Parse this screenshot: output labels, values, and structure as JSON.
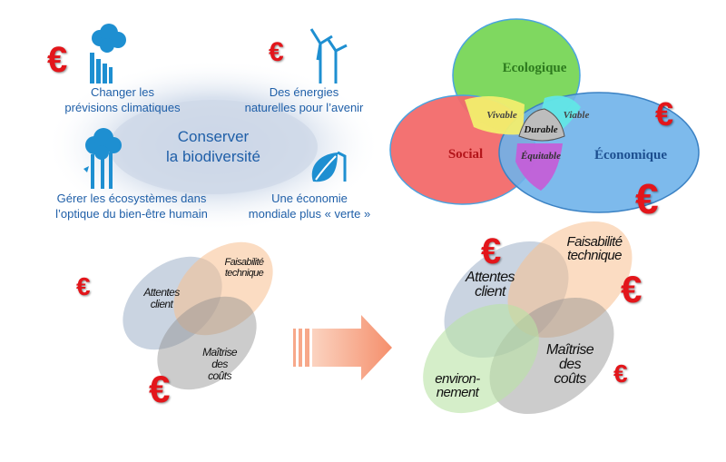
{
  "panel1": {
    "center_line1": "Conserver",
    "center_line2": "la biodiversité",
    "top_left_line1": "Changer les",
    "top_left_line2": "prévisions climatiques",
    "top_right_line1": "Des énergies",
    "top_right_line2": "naturelles pour l’avenir",
    "bottom_left_line1": "Gérer les écosystèmes dans",
    "bottom_left_line2": "l’optique du bien-être humain",
    "bottom_right_line1": "Une économie",
    "bottom_right_line2": "mondiale plus « verte »",
    "colors": {
      "text": "#1f5fa8",
      "icon": "#1e8fd1"
    }
  },
  "panel2": {
    "ecologique": "Ecologique",
    "social": "Social",
    "economique": "Économique",
    "vivable": "Vivable",
    "viable": "Viable",
    "equitable": "Équitable",
    "durable": "Durable",
    "colors": {
      "green": "#7fd860",
      "red": "#f26a6a",
      "blue": "#6fb3ea",
      "yellow": "#f2ee6e",
      "cyan": "#62e6e6",
      "purple": "#c45fd8",
      "gray": "#bdbdbd"
    }
  },
  "panel3": {
    "attentes_line1": "Attentes",
    "attentes_line2": "client",
    "faisabilite_line1": "Faisabilité",
    "faisabilite_line2": "technique",
    "maitrise_line1": "Maîtrise",
    "maitrise_line2": "des",
    "maitrise_line3": "coûts"
  },
  "panel4": {
    "attentes_line1": "Attentes",
    "attentes_line2": "client",
    "faisabilite_line1": "Faisabilité",
    "faisabilite_line2": "technique",
    "maitrise_line1": "Maîtrise",
    "maitrise_line2": "des",
    "maitrise_line3": "coûts",
    "environnement_line1": "environ-",
    "environnement_line2": "nement"
  },
  "euro_symbol": "€",
  "euro_color": "#e3161b",
  "arrow_color": "#f7a88a"
}
